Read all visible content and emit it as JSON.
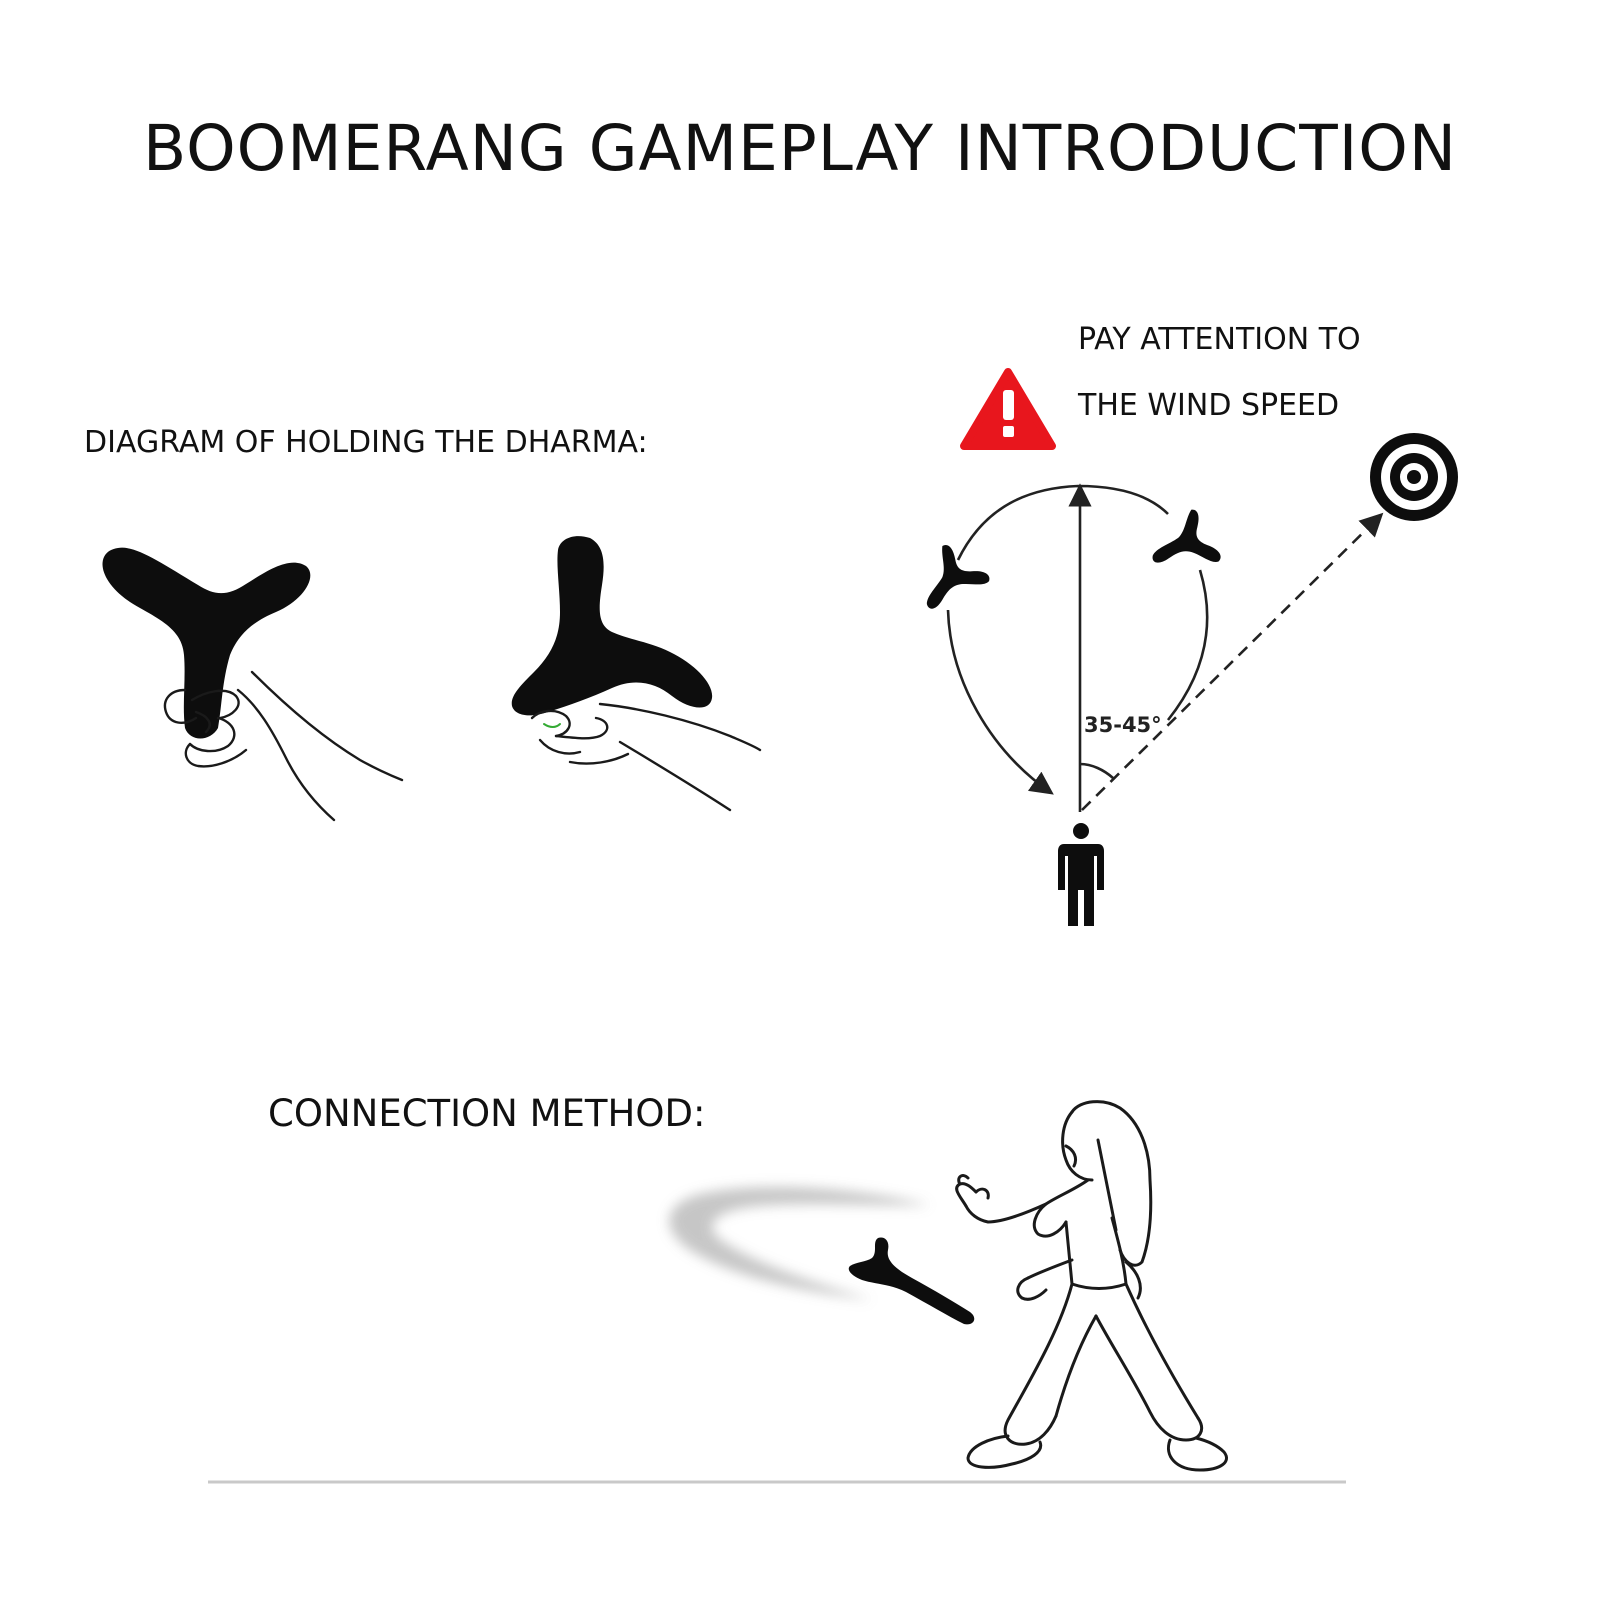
{
  "title": "BOOMERANG GAMEPLAY INTRODUCTION",
  "holding": {
    "label": "DIAGRAM OF HOLDING THE DHARMA:"
  },
  "wind": {
    "line1": "PAY ATTENTION TO",
    "line2": "THE WIND SPEED",
    "warning_color": "#e8161d",
    "icon": "warning-triangle-icon"
  },
  "flight": {
    "angle_label": "35-45°",
    "target_icon": "bullseye-target-icon",
    "thrower_icon": "person-icon"
  },
  "connection": {
    "label": "CONNECTION METHOD:"
  },
  "colors": {
    "ink": "#111111",
    "warning": "#e8161d",
    "ground": "#c9c9c9",
    "motion_blur": "#bdbdbd"
  }
}
